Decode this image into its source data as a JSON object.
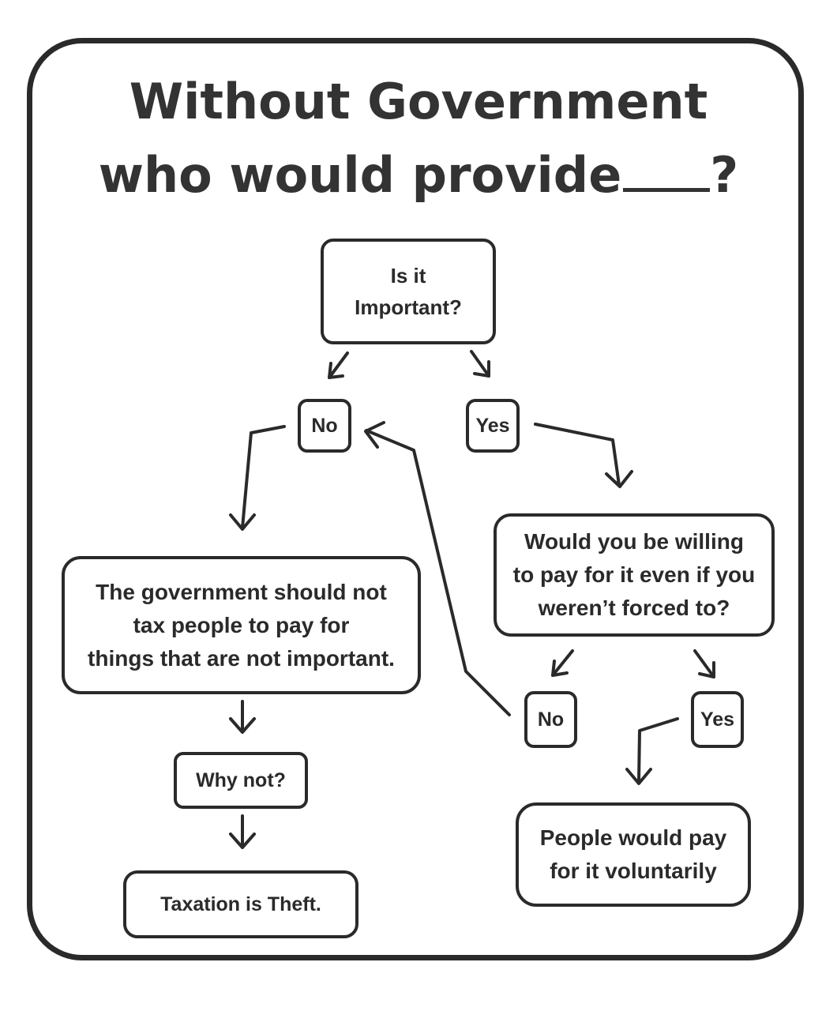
{
  "title": {
    "line1": "Without Government",
    "line2": "who would provide",
    "line2_end": "?"
  },
  "nodes": {
    "important_q": "Is it\nImportant?",
    "no_1": "No",
    "yes_1": "Yes",
    "gov_should_not": "The government should not\ntax people to pay for\nthings that are not important.",
    "willing_q": "Would you be willing\nto pay for it even if you\nweren’t forced to?",
    "no_2": "No",
    "yes_2": "Yes",
    "why_not": "Why not?",
    "taxation_theft": "Taxation is Theft.",
    "pay_voluntarily": "People would pay\nfor it voluntarily"
  },
  "colors": {
    "stroke": "#2a2a2a",
    "background": "#ffffff"
  }
}
